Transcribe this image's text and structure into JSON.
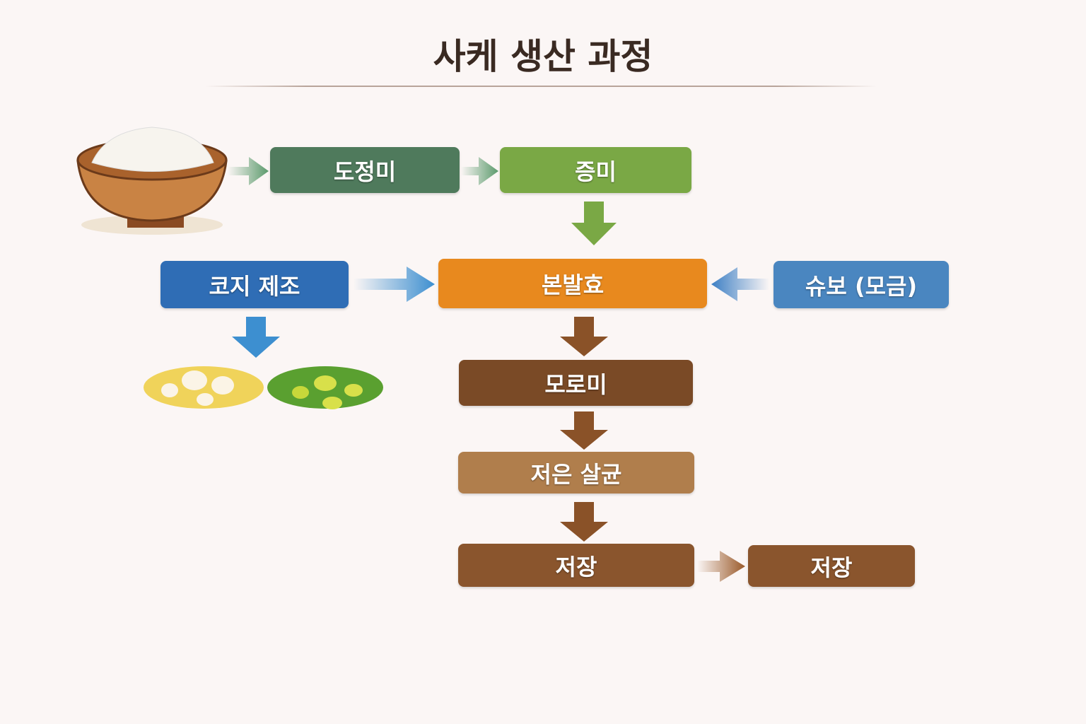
{
  "title": "사케 생산 과정",
  "nodes": {
    "polished_rice": {
      "label": "도정미",
      "color": "#4f7a5c"
    },
    "steamed_rice": {
      "label": "증미",
      "color": "#7aa845"
    },
    "main_fermentation": {
      "label": "본발효",
      "color": "#e8891e"
    },
    "koji": {
      "label": "코지 제조",
      "color": "#2f6db5"
    },
    "shubo": {
      "label": "슈보 (모금)",
      "color": "#4a86c0"
    },
    "moromi": {
      "label": "모로미",
      "color": "#7a4a26"
    },
    "pasteurization": {
      "label": "저은 살균",
      "color": "#b07e4c"
    },
    "storage1": {
      "label": "저장",
      "color": "#8a552d"
    },
    "storage2": {
      "label": "저장",
      "color": "#8a552d"
    }
  }
}
